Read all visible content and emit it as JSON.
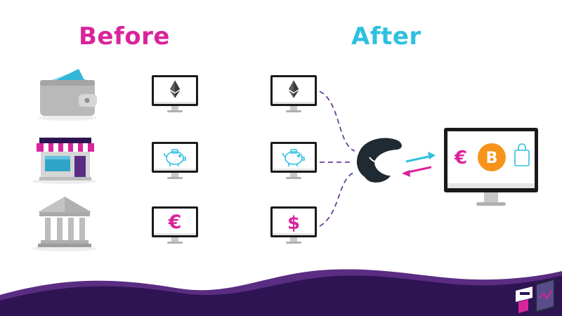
{
  "headings": {
    "before": "Before",
    "after": "After"
  },
  "before_column": {
    "icons": [
      "wallet-icon",
      "storefront-icon",
      "bank-icon"
    ],
    "monitors": [
      {
        "icon": "ethereum-icon"
      },
      {
        "icon": "piggy-bank-icon"
      },
      {
        "icon": "euro-icon",
        "symbol": "€"
      }
    ]
  },
  "after_column": {
    "monitors": [
      {
        "icon": "ethereum-icon"
      },
      {
        "icon": "piggy-bank-icon"
      },
      {
        "icon": "dollar-icon",
        "symbol": "$"
      }
    ],
    "hub_icon": "orca-logo-icon",
    "exchange_icon": "bidirectional-arrows-icon",
    "big_monitor": {
      "euro_symbol": "€",
      "bitcoin_symbol": "B",
      "bag_icon": "shopping-bag-icon"
    }
  },
  "colors": {
    "magenta": "#d9249b",
    "cyan": "#2fc0e0",
    "purple_dark": "#2e1453",
    "purple_mid": "#5a2d82",
    "dash_purple": "#6b3d94",
    "bitcoin_orange": "#f7931a",
    "bezel": "#1a1a1a",
    "stand": "#c8c8c8",
    "eth_gray": "#5c5c5c"
  },
  "brand_logo_icon": "corner-brand-logo-icon"
}
